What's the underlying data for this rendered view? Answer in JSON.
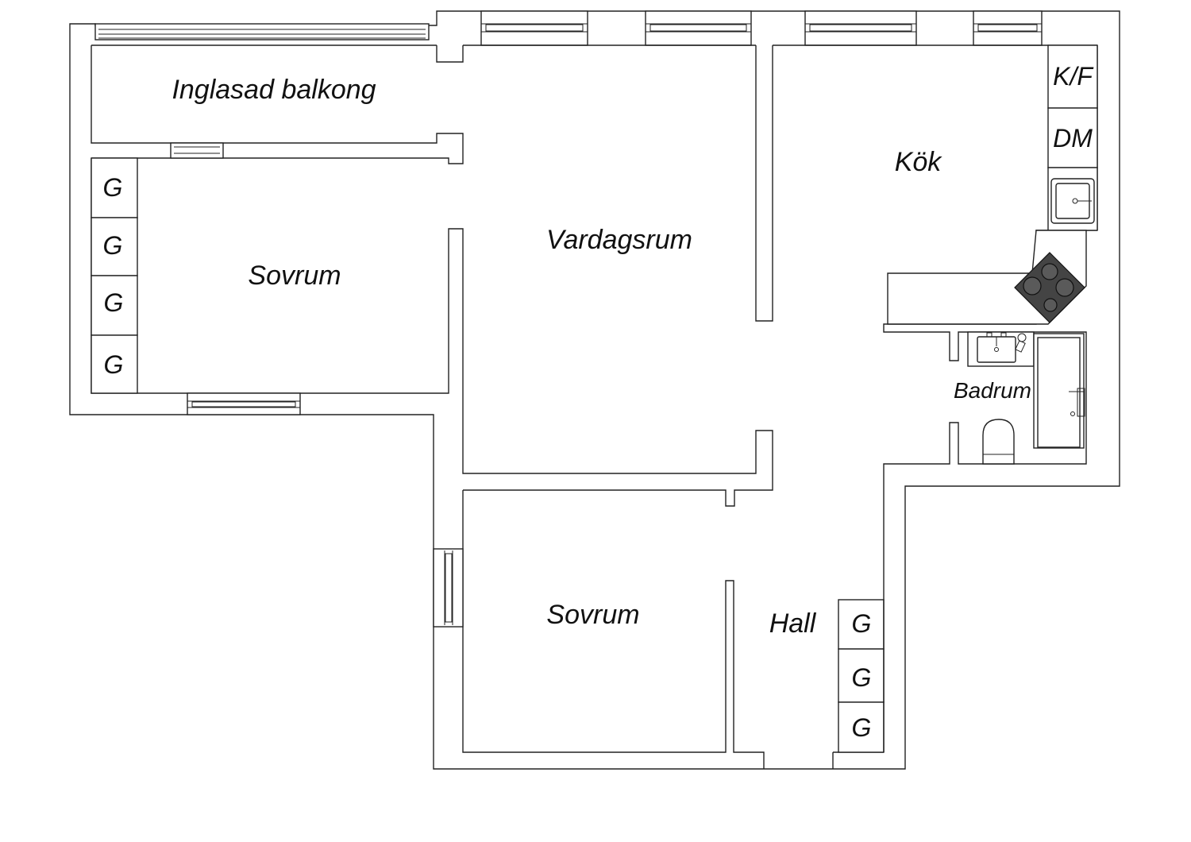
{
  "rooms": {
    "balcony": "Inglasad balkong",
    "living": "Vardagsrum",
    "kitchen": "Kök",
    "bedroom_1": "Sovrum",
    "bedroom_2": "Sovrum",
    "hall": "Hall",
    "bathroom": "Badrum"
  },
  "appliances": {
    "fridge_freezer": "K/F",
    "dishwasher": "DM"
  },
  "closets": {
    "bedroom_1": [
      "G",
      "G",
      "G",
      "G"
    ],
    "hall": [
      "G",
      "G",
      "G"
    ]
  }
}
